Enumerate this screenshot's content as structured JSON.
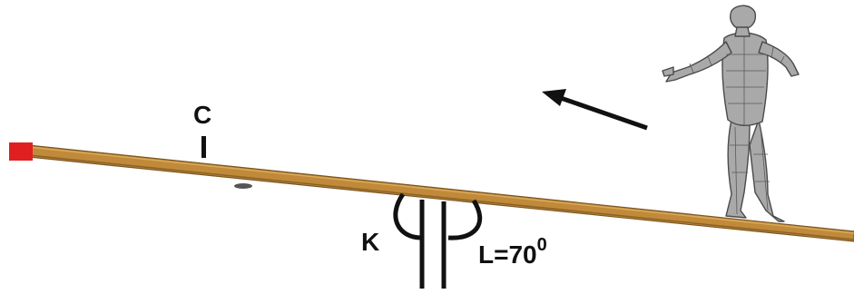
{
  "labels": {
    "c": "C",
    "k": "K",
    "l": "L=70",
    "l_superscript": "0"
  },
  "colors": {
    "plank": "#c08a3a",
    "plank_edge": "#7a5520",
    "plank_end": "#e02020",
    "figure": "#a9a9a9",
    "figure_line": "#4a4a4a",
    "ink": "#111111"
  },
  "icons": {
    "figure": "human-figure-icon",
    "arrow": "motion-arrow-icon"
  }
}
